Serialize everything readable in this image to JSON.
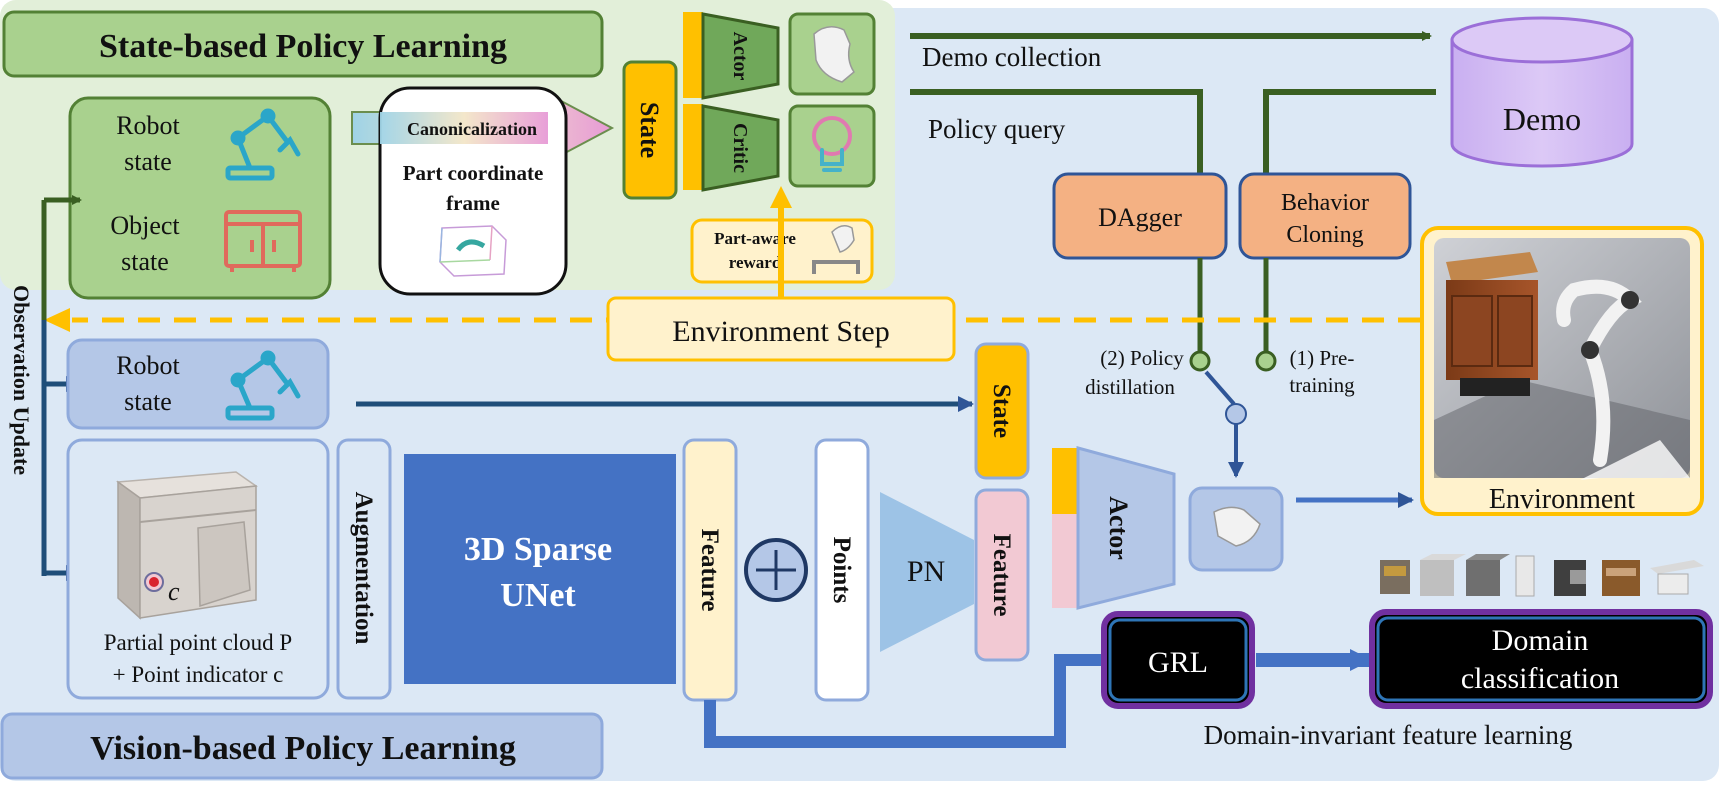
{
  "state_panel": {
    "title": "State-based Policy Learning",
    "robot_state": [
      "Robot",
      "state"
    ],
    "object_state": [
      "Object",
      "state"
    ],
    "canonicalization": "Canonicalization",
    "part_frame": [
      "Part coordinate",
      "frame"
    ],
    "state": "State",
    "actor": "Actor",
    "critic": "Critic",
    "part_reward": [
      "Part-aware",
      "reward"
    ]
  },
  "demo_panel": {
    "demo_collection": "Demo collection",
    "policy_query": "Policy query",
    "demo": "Demo",
    "dagger": "DAgger",
    "behavior_cloning": [
      "Behavior",
      "Cloning"
    ],
    "policy_distillation": [
      "(2) Policy",
      "distillation"
    ],
    "pretraining": [
      "(1) Pre-",
      "training"
    ],
    "environment": "Environment"
  },
  "env_step": "Environment Step",
  "observation_update": "Observation Update",
  "vision_panel": {
    "title": "Vision-based Policy Learning",
    "robot_state": [
      "Robot",
      "state"
    ],
    "point_indicator": "c",
    "point_cloud_caption": [
      "Partial point cloud P",
      "+ Point indicator c"
    ],
    "augmentation": "Augmentation",
    "unet": [
      "3D Sparse",
      "UNet"
    ],
    "feature": "Feature",
    "points": "Points",
    "pn": "PN",
    "state": "State",
    "feature2": "Feature",
    "actor": "Actor",
    "grl": "GRL",
    "domain_classification": [
      "Domain",
      "classification"
    ],
    "domain_invariant": "Domain-invariant feature learning"
  },
  "colors": {
    "state_panel_bg": "#e2efd9",
    "vision_panel_bg": "#dce8f5",
    "green_box": "#a9d18e",
    "green_dark": "#538135",
    "blue_box": "#b4c7e7",
    "blue_dark": "#4472c4",
    "gold": "#ffc000",
    "yellow_light": "#fff2cc",
    "orange": "#f4b183",
    "purple": "#cdb4f0",
    "pink": "#f2c9d3"
  }
}
